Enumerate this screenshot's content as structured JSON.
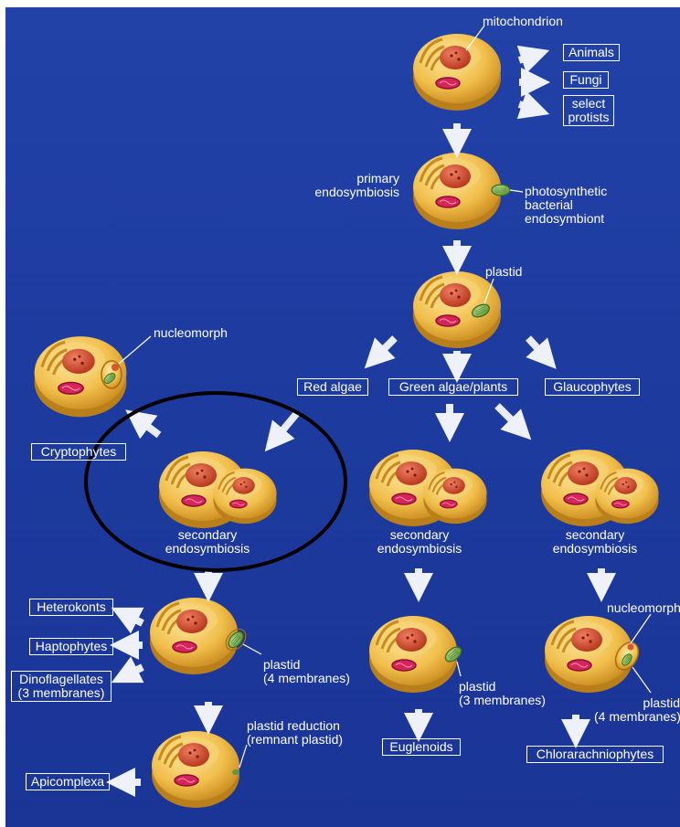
{
  "labels": {
    "mitochondrion": "mitochondrion",
    "primary_endosymbiosis": "primary\nendosymbiosis",
    "photosynthetic_endosymbiont": "photosynthetic\nbacterial\nendosymbiont",
    "plastid": "plastid",
    "nucleomorph_left": "nucleomorph",
    "secondary_center": "secondary\nendosymbiosis",
    "secondary_green": "secondary\nendosymbiosis",
    "secondary_glauco": "secondary\nendosymbiosis",
    "plastid_4_membranes": "plastid\n(4 membranes)",
    "plastid_reduction": "plastid reduction\n(remnant plastid)",
    "plastid_3_membranes": "plastid\n(3 membranes)",
    "nucleomorph_right": "nucleomorph",
    "plastid_4_membranes_right": "plastid\n(4 membranes)"
  },
  "boxes": {
    "animals": "Animals",
    "fungi": "Fungi",
    "select_protists": "select\nprotists",
    "red_algae": "Red algae",
    "green_algae_plants": "Green algae/plants",
    "glaucophytes": "Glaucophytes",
    "cryptophytes": "Cryptophytes",
    "heterokonts": "Heterokonts",
    "haptophytes": "Haptophytes",
    "dinoflagellates": "Dinoflagellates\n(3 membranes)",
    "apicomplexa": "Apicomplexa",
    "euglenoids": "Euglenoids",
    "chlorarachniophytes": "Chlorarachniophytes"
  },
  "colors": {
    "background": "#1f3aa0",
    "cell_body": "#f3c24e",
    "nucleus": "#d9542f",
    "mitochondrion": "#d8245a",
    "plastid": "#8cbf5a",
    "arrow": "#e8ecf6",
    "highlight_ellipse": "#000000"
  }
}
